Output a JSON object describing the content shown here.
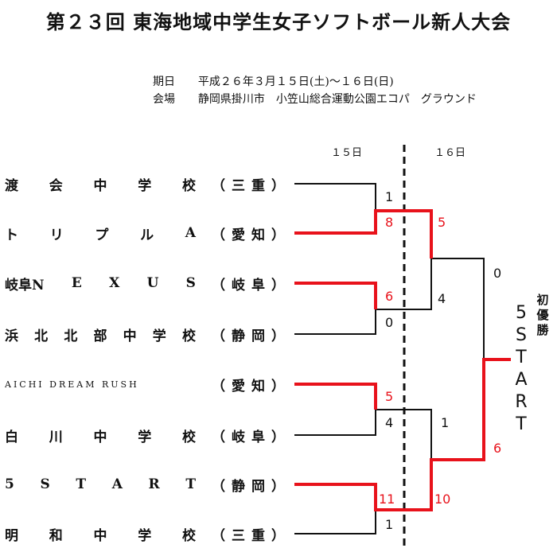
{
  "header": {
    "title": "第２３回 東海地域中学生女子ソフトボール新人大会",
    "date_label": "期日",
    "date_value": "平成２６年３月１５日(土)～１６日(日)",
    "venue_label": "会場",
    "venue_value": "静岡県掛川市　小笠山総合運動公園エコパ　グラウンド"
  },
  "days": {
    "day1": "１５日",
    "day2": "１６日"
  },
  "teams": [
    {
      "chars": [
        "渡",
        "会",
        "中",
        "学",
        "校"
      ],
      "pref": [
        "（",
        "三",
        "重",
        "）"
      ]
    },
    {
      "chars": [
        "ト",
        "リ",
        "プ",
        "ル",
        "A"
      ],
      "pref": [
        "（",
        "愛",
        "知",
        "）"
      ]
    },
    {
      "chars": [
        "岐阜N",
        "E",
        "X",
        "U",
        "S"
      ],
      "pref": [
        "（",
        "岐",
        "阜",
        "）"
      ]
    },
    {
      "chars": [
        "浜",
        "北",
        "北",
        "部",
        "中",
        "学",
        "校"
      ],
      "pref": [
        "（",
        "静",
        "岡",
        "）"
      ]
    },
    {
      "chars": [
        "AICHI DREAM RUSH"
      ],
      "pref": [
        "（",
        "愛",
        "知",
        "）"
      ]
    },
    {
      "chars": [
        "白",
        "川",
        "中",
        "学",
        "校"
      ],
      "pref": [
        "（",
        "岐",
        "阜",
        "）"
      ]
    },
    {
      "chars": [
        "5",
        "S",
        "T",
        "A",
        "R",
        "T"
      ],
      "pref": [
        "（",
        "静",
        "岡",
        "）"
      ]
    },
    {
      "chars": [
        "明",
        "和",
        "中",
        "学",
        "校"
      ],
      "pref": [
        "（",
        "三",
        "重",
        "）"
      ]
    }
  ],
  "scores": {
    "r1_m1_top": "1",
    "r1_m1_bottom": "8",
    "r1_m2_top": "6",
    "r1_m2_bottom": "0",
    "r1_m3_top": "5",
    "r1_m3_bottom": "4",
    "r1_m4_top": "11",
    "r1_m4_bottom": "1",
    "sf1_top": "5",
    "sf1_bottom": "4",
    "sf2_top": "1",
    "sf2_bottom": "10",
    "final_top": "0",
    "final_bottom": "6"
  },
  "champion": {
    "label": [
      "初",
      "優",
      "勝"
    ],
    "name": [
      "5",
      "S",
      "T",
      "A",
      "R",
      "T"
    ]
  },
  "colors": {
    "winner_line": "#e8121b",
    "line": "#111111"
  }
}
